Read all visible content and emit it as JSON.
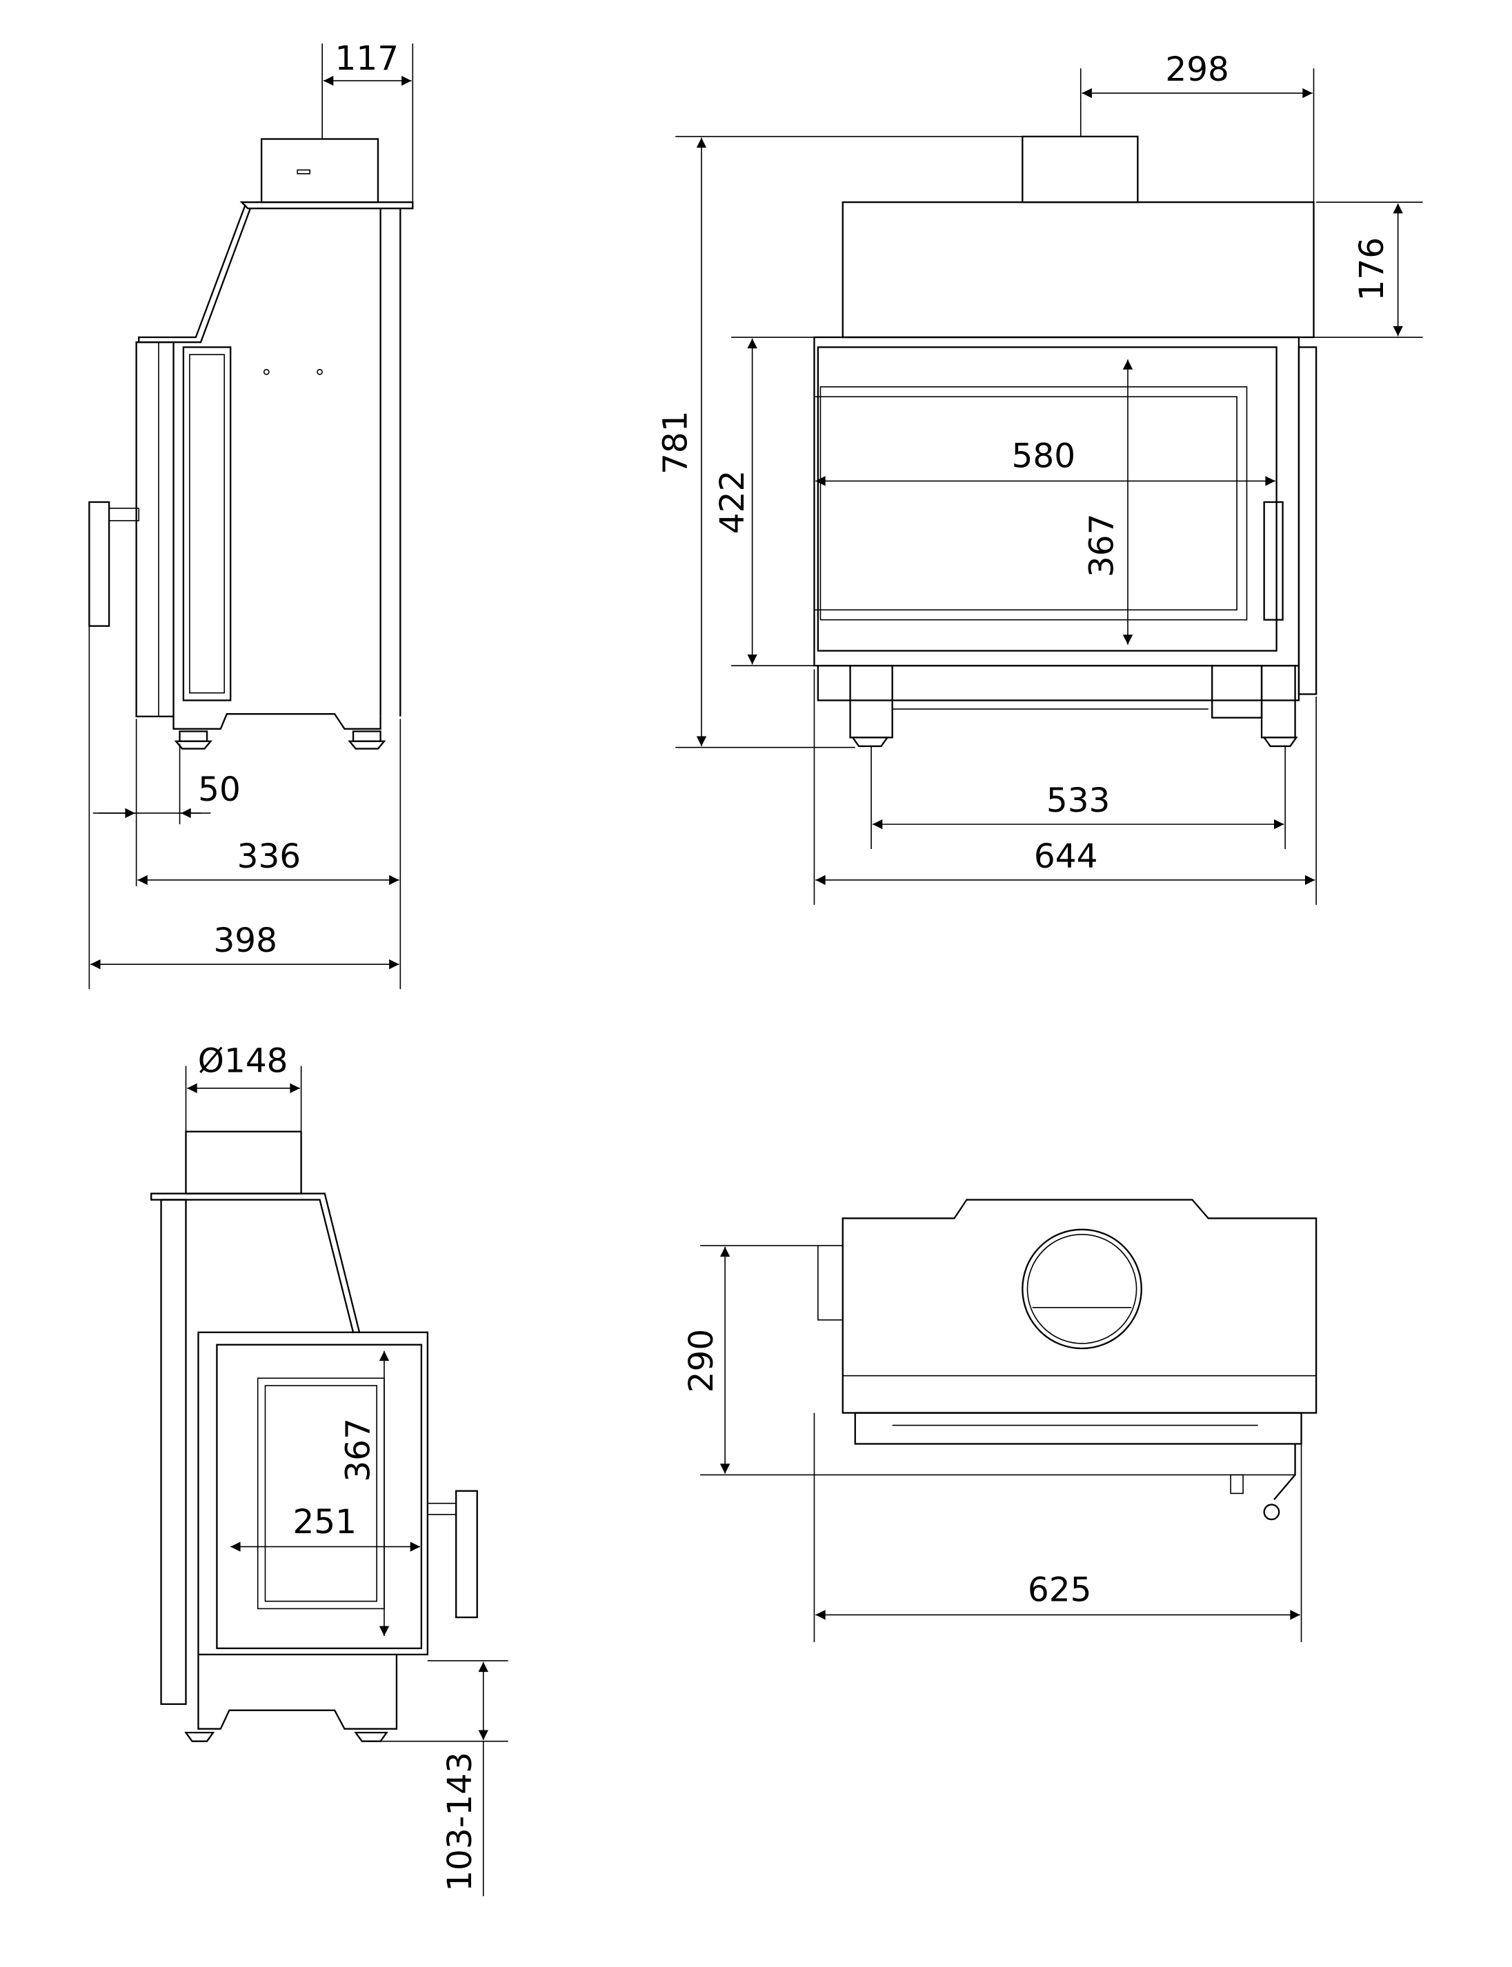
{
  "drawing": {
    "side_view": {
      "flue_depth": "117",
      "handle_offset": "50",
      "body_depth": "336",
      "total_depth": "398"
    },
    "front_view": {
      "flue_offset": "298",
      "top_height": "176",
      "total_height": "781",
      "door_height": "422",
      "glass_width": "580",
      "glass_height": "367",
      "leg_span": "533",
      "total_width": "644"
    },
    "corner_view": {
      "flue_diameter": "Ø148",
      "glass_height": "367",
      "glass_width": "251",
      "leg_height_range": "103-143"
    },
    "top_view": {
      "depth": "290",
      "width": "625"
    }
  },
  "colors": {
    "line": "#000000",
    "background": "#ffffff"
  }
}
